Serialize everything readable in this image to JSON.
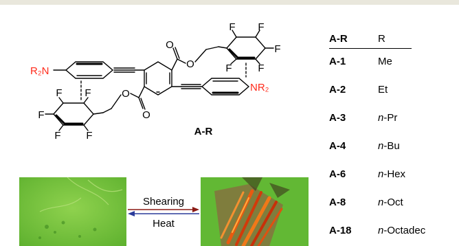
{
  "colors": {
    "top_bar": "#e9e7dc",
    "amine": "#ff2a1a",
    "shear_arrow": "#8a1a14",
    "heat_arrow": "#2a3a9a",
    "left_image_green": "#6fc23c",
    "right_image_green": "#62b834"
  },
  "molecule": {
    "compound_label": "A-R",
    "amine_left": "R₂N",
    "amine_right": "NR₂",
    "atoms": {
      "o_top_carbonyl": "O",
      "o_top_ester": "O",
      "o_bottom_carbonyl": "O",
      "o_bottom_ester": "O",
      "f_top_1": "F",
      "f_top_2": "F",
      "f_top_3": "F",
      "f_top_4": "F",
      "f_top_5": "F",
      "f_bot_1": "F",
      "f_bot_2": "F",
      "f_bot_3": "F",
      "f_bot_4": "F",
      "f_bot_5": "F"
    }
  },
  "table": {
    "header": [
      "A-R",
      "R"
    ],
    "rows": [
      {
        "compound": "A-1",
        "r": "Me"
      },
      {
        "compound": "A-2",
        "r": "Et"
      },
      {
        "compound": "A-3",
        "prefix": "n",
        "suffix": "-Pr"
      },
      {
        "compound": "A-4",
        "prefix": "n",
        "suffix": "-Bu"
      },
      {
        "compound": "A-6",
        "prefix": "n",
        "suffix": "-Hex"
      },
      {
        "compound": "A-8",
        "prefix": "n",
        "suffix": "-Oct"
      },
      {
        "compound": "A-18",
        "prefix": "n",
        "suffix": "-Octadec"
      }
    ]
  },
  "process": {
    "forward_label": "Shearing",
    "reverse_label": "Heat"
  }
}
